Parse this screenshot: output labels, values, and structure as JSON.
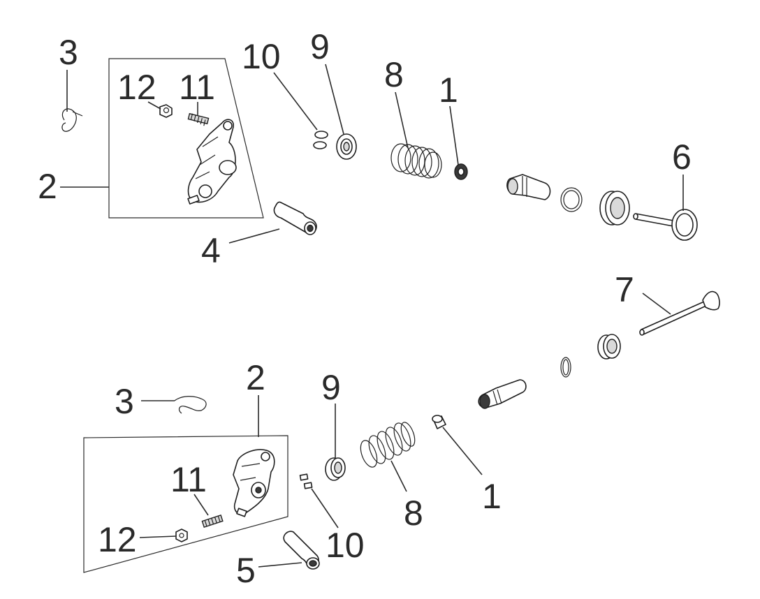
{
  "diagram": {
    "callouts": {
      "upper": {
        "n3": "3",
        "n12": "12",
        "n11": "11",
        "n2": "2",
        "n10": "10",
        "n9": "9",
        "n8": "8",
        "n1": "1",
        "n6": "6",
        "n4": "4"
      },
      "lower": {
        "n7": "7",
        "n2": "2",
        "n3": "3",
        "n9": "9",
        "n11": "11",
        "n12": "12",
        "n10": "10",
        "n8": "8",
        "n1": "1",
        "n5": "5"
      }
    },
    "parts": [
      "clip",
      "rocker-arm-assembly",
      "rocker-shaft-upper",
      "rocker-shaft-lower",
      "exhaust-valve",
      "intake-valve",
      "valve-spring",
      "spring-retainer",
      "valve-cotter",
      "valve-stem-seal",
      "lock-nut",
      "adjusting-screw",
      "valve-guide",
      "guide-o-ring",
      "valve-seat"
    ]
  }
}
